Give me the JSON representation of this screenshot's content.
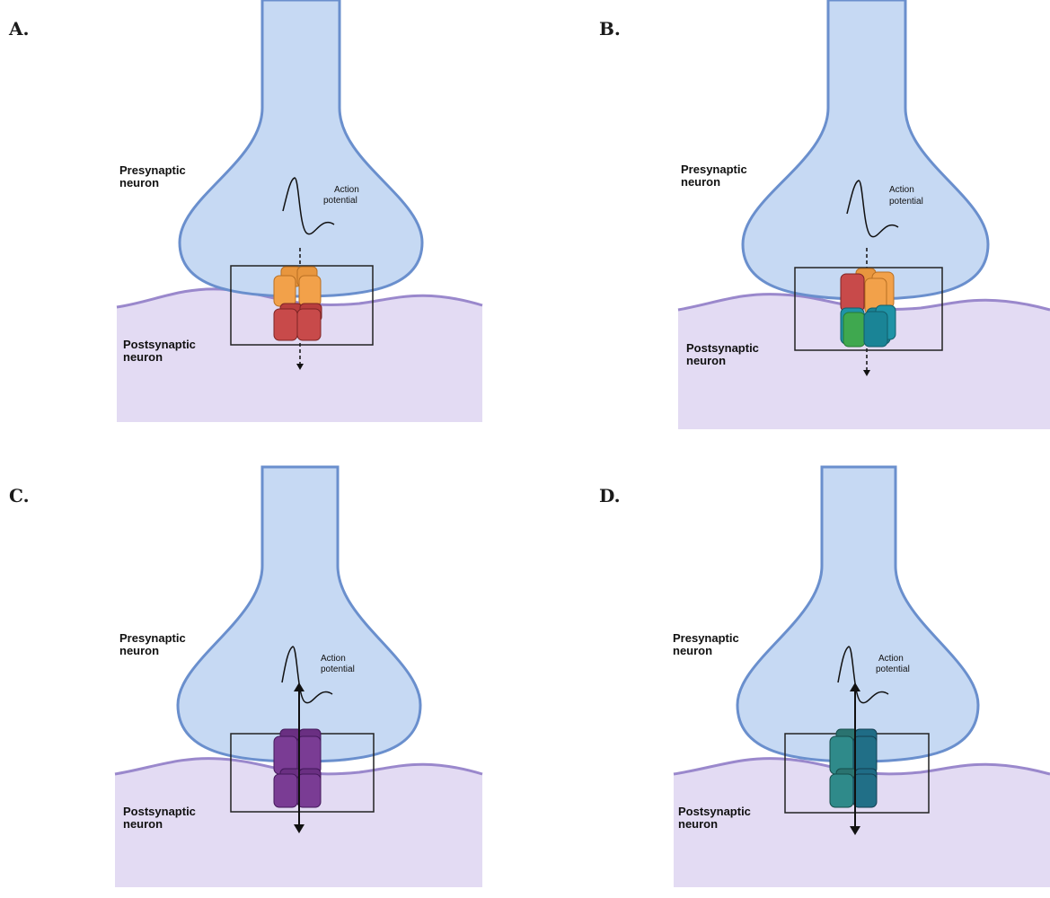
{
  "panels": [
    {
      "letter": "A.",
      "pre_line1": "Presynaptic",
      "pre_line2": "neuron",
      "post_line1": "Postsynaptic",
      "post_line2": "neuron",
      "ap_line1": "Action",
      "ap_line2": "potential",
      "channel": "orange-red-stack",
      "arrow": "down"
    },
    {
      "letter": "B.",
      "pre_line1": "Presynaptic",
      "pre_line2": "neuron",
      "post_line1": "Postsynaptic",
      "post_line2": "neuron",
      "ap_line1": "Action",
      "ap_line2": "potential",
      "channel": "multicolor-stack",
      "arrow": "down"
    },
    {
      "letter": "C.",
      "pre_line1": "Presynaptic",
      "pre_line2": "neuron",
      "post_line1": "Postsynaptic",
      "post_line2": "neuron",
      "ap_line1": "Action",
      "ap_line2": "potential",
      "channel": "purple-channel",
      "arrow": "bidirectional"
    },
    {
      "letter": "D.",
      "pre_line1": "Presynaptic",
      "pre_line2": "neuron",
      "post_line1": "Postsynaptic",
      "post_line2": "neuron",
      "ap_line1": "Action",
      "ap_line2": "potential",
      "channel": "teal-channel",
      "arrow": "bidirectional"
    }
  ],
  "colors": {
    "presynaptic_fill": "#c6d9f3",
    "presynaptic_stroke": "#6a8fcd",
    "postsynaptic_fill": "#e3dbf3",
    "postsynaptic_stroke": "#9a88cc",
    "orange": "#f2a14a",
    "red": "#c84a4a",
    "green": "#3fa84f",
    "teal": "#1f93a6",
    "purple": "#7a3c94",
    "teal_dark": "#216f87",
    "teal_mid": "#2f8a8a"
  }
}
